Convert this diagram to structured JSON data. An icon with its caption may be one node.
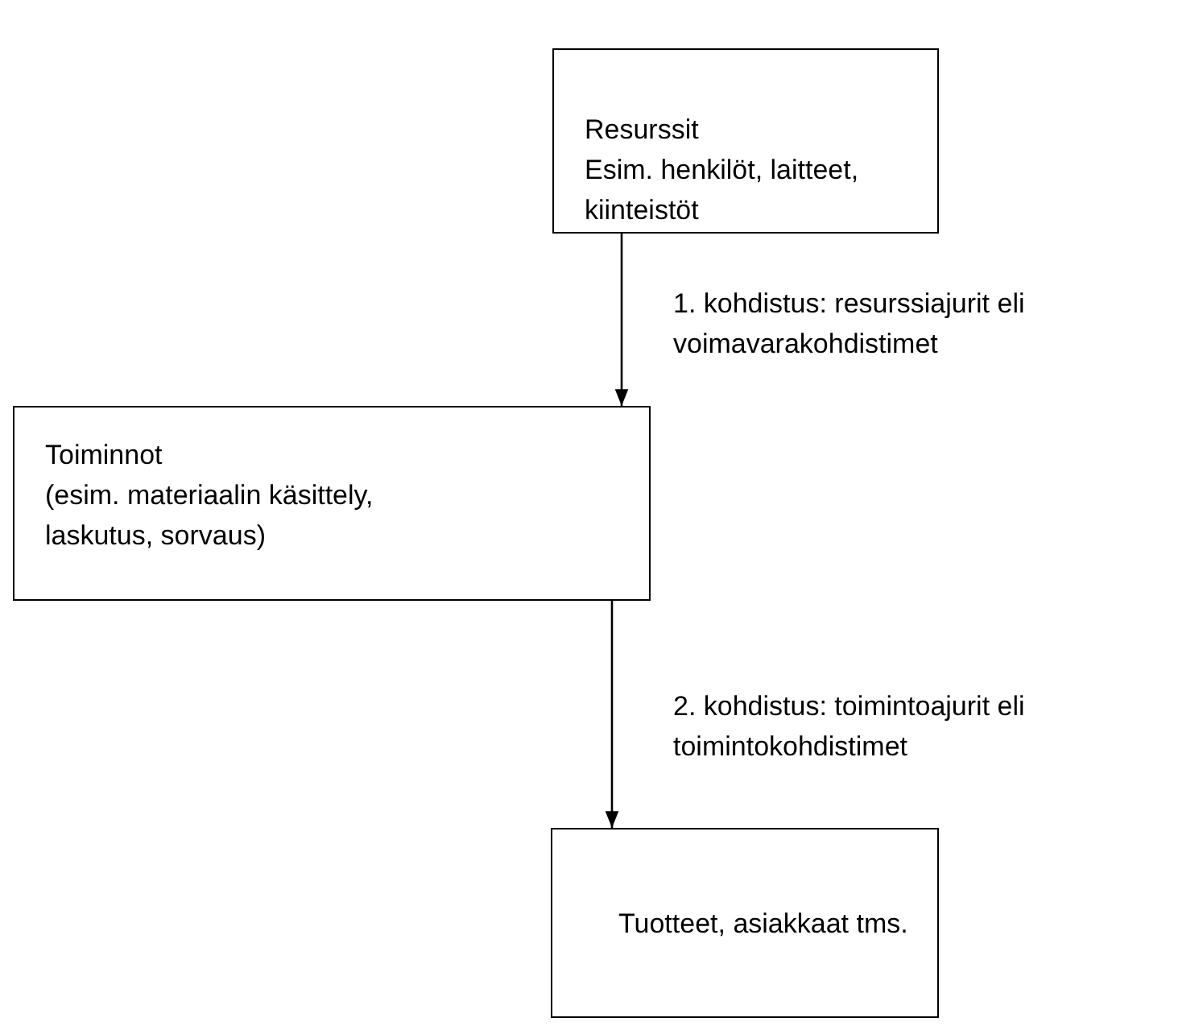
{
  "diagram": {
    "nodes": [
      {
        "text": [
          "Resurssit",
          "Esim. henkilöt, laitteet, kiinteistöt"
        ]
      },
      {
        "text": [
          "Toiminnot",
          "(esim. materiaalin käsittely, laskutus, sorvaus)"
        ]
      },
      {
        "text": [
          "Tuotteet, asiakkaat tms."
        ]
      }
    ],
    "edges": [
      {
        "from": 0,
        "to": 1,
        "arrow": "to",
        "label": "1. kohdistus: resurssiajurit eli voimavarakohdistimet"
      },
      {
        "from": 1,
        "to": 2,
        "arrow": "to",
        "label": "2. kohdistus: toimintoajurit eli toimintokohdistimet"
      }
    ]
  }
}
